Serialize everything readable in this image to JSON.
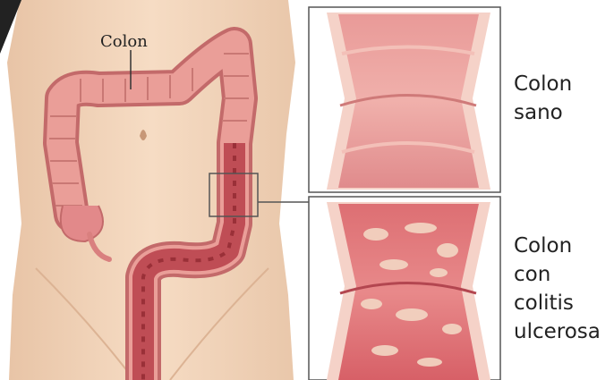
{
  "labels": {
    "colon": "Colon",
    "healthy_colon": "Colon\nsano",
    "ulcerative_colitis": "Colon\ncon\ncolitis\nulcerosa"
  },
  "colors": {
    "skin": "#f1d3b8",
    "colon_outer": "#e99a95",
    "colon_inner": "#c95a5c",
    "healthy_mucosa": "#e58f90",
    "inflamed_mucosa": "#d9606a",
    "ulcer_patches": "#f3d7c4",
    "border": "#555555"
  }
}
